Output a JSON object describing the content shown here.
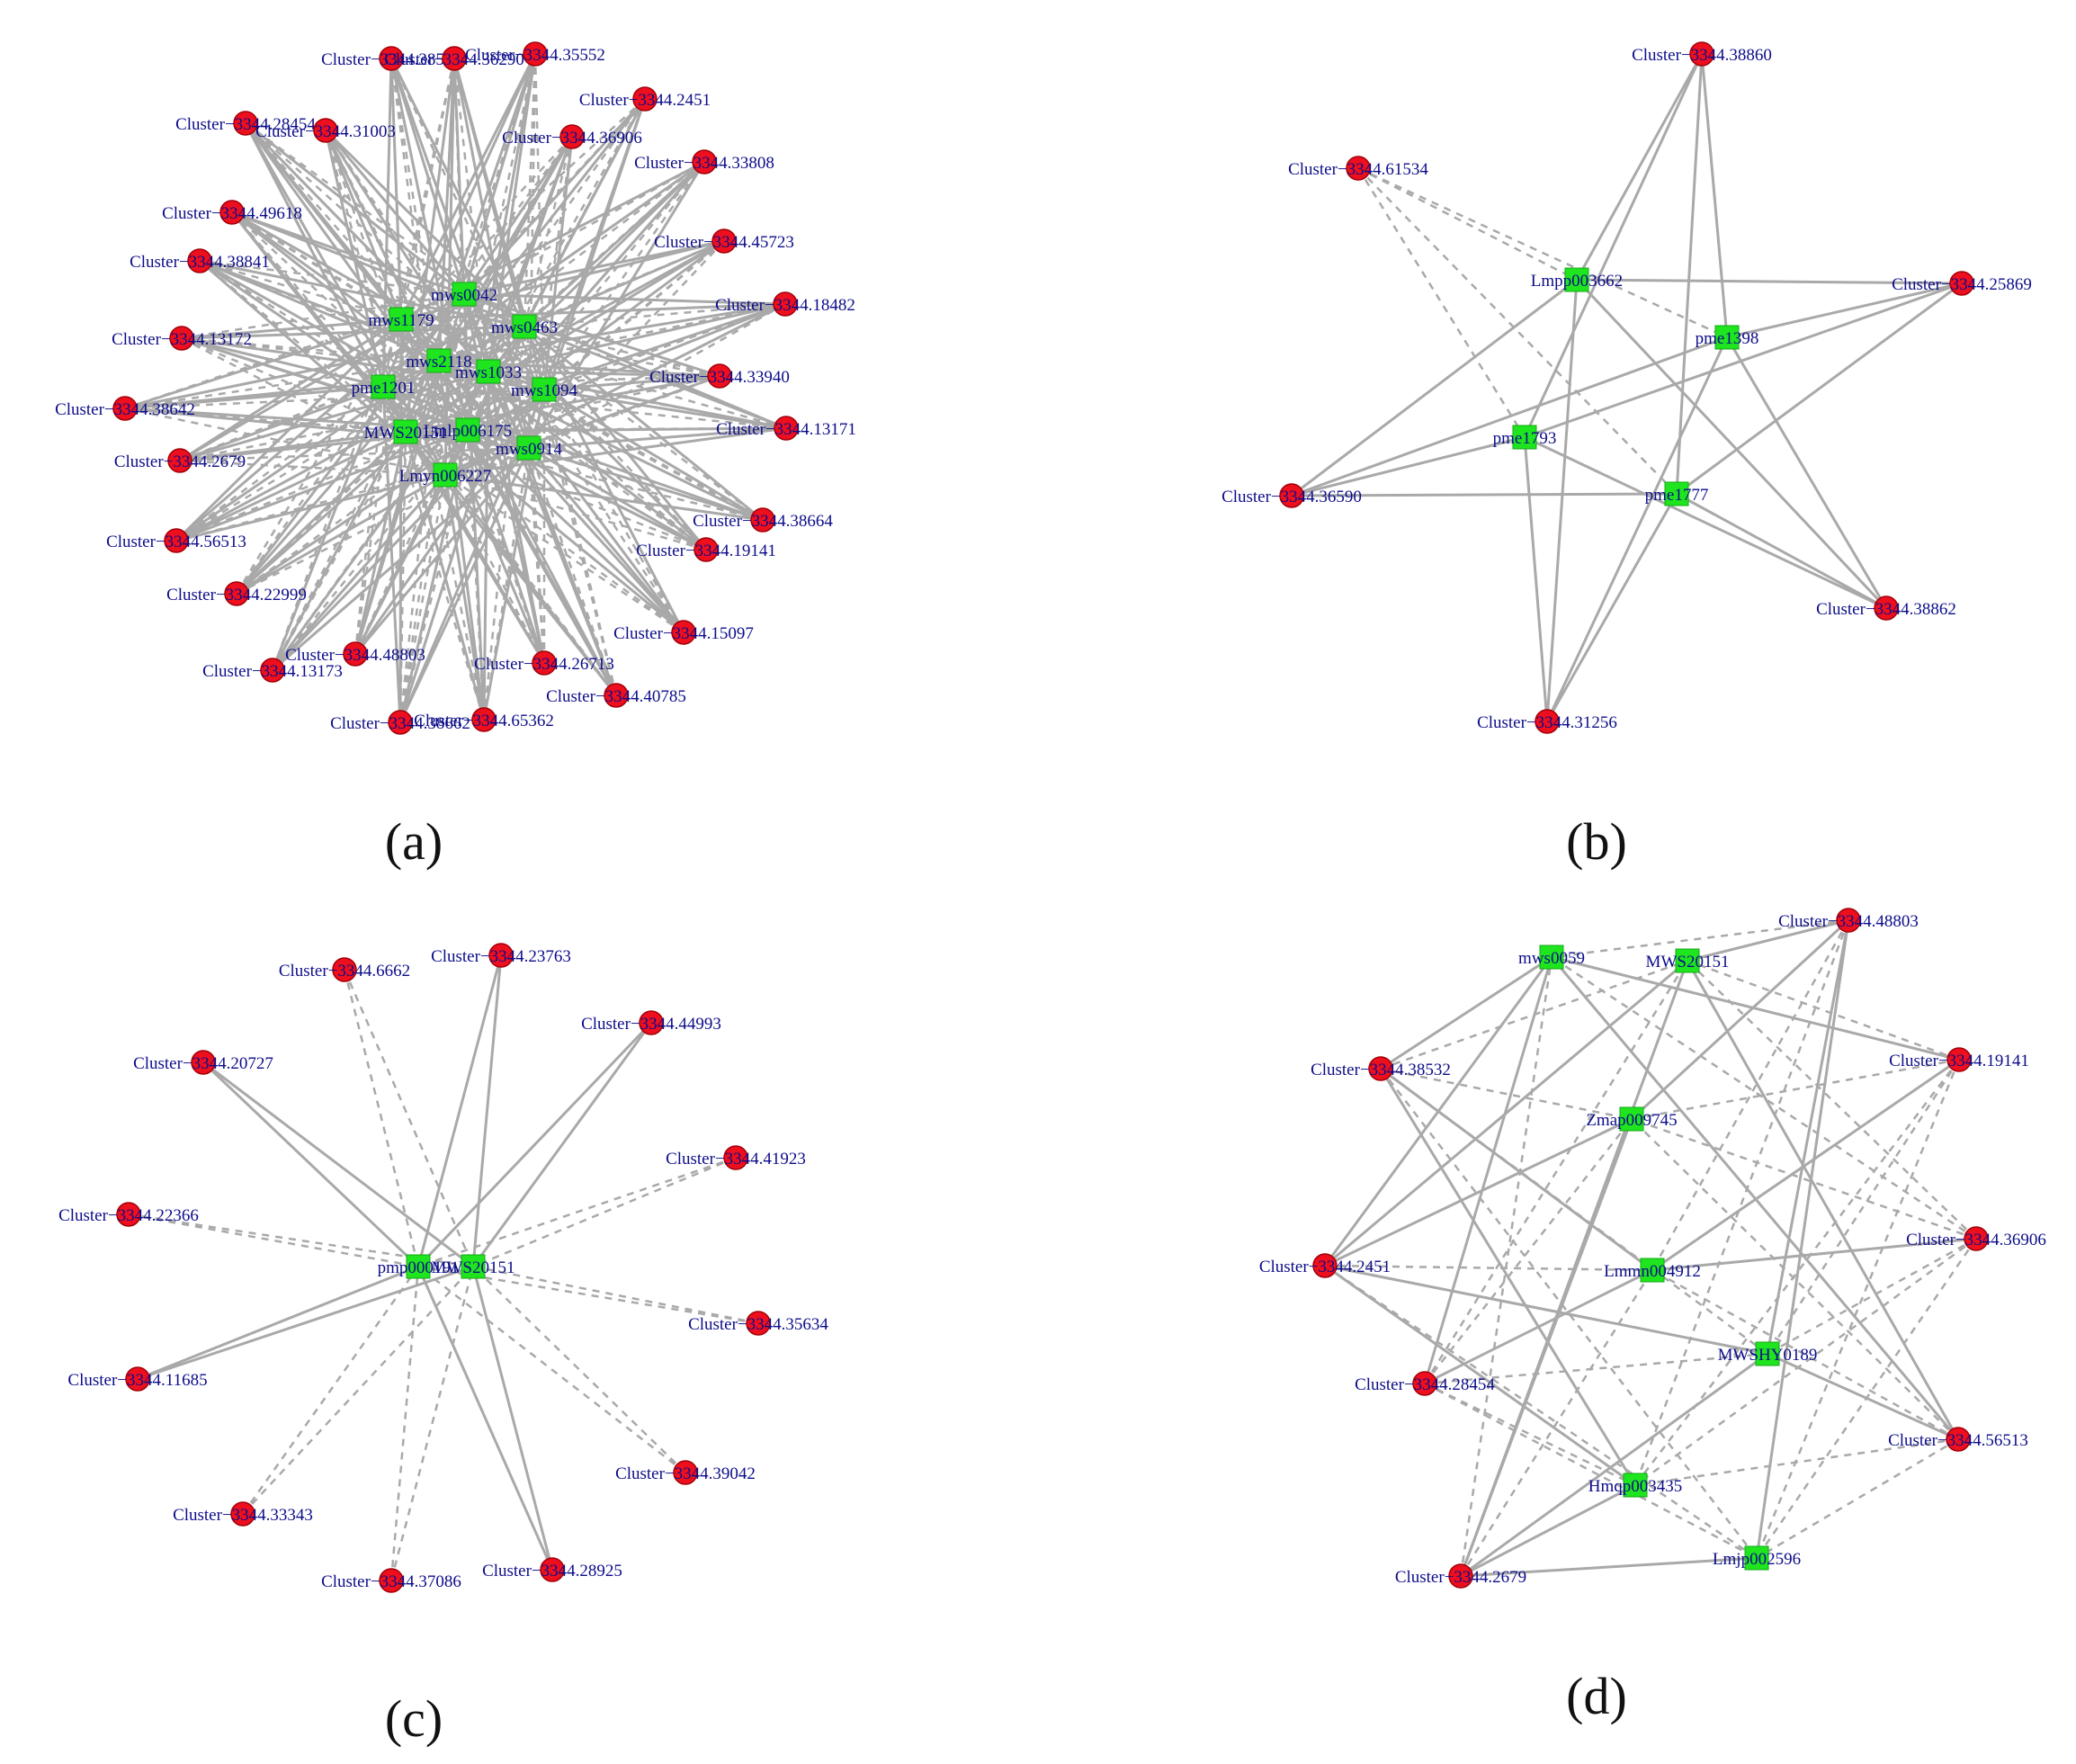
{
  "colors": {
    "mirna_node": "#ee0f1e",
    "gene_node": "#1ee51e",
    "edge": "#a9a9a9",
    "label_text": "#0c0c8a"
  },
  "panels": [
    {
      "id": "a",
      "label": "(a)",
      "nodes": [
        {
          "id": "a_c1",
          "label": "Cluster−3344.38530",
          "type": "mirna"
        },
        {
          "id": "a_c2",
          "label": "Cluster−3344.36290",
          "type": "mirna"
        },
        {
          "id": "a_c3",
          "label": "Cluster−3344.35552",
          "type": "mirna"
        },
        {
          "id": "a_c4",
          "label": "Cluster−3344.2451",
          "type": "mirna"
        },
        {
          "id": "a_c5",
          "label": "Cluster−3344.28454",
          "type": "mirna"
        },
        {
          "id": "a_c6",
          "label": "Cluster−3344.31003",
          "type": "mirna"
        },
        {
          "id": "a_c7",
          "label": "Cluster−3344.36906",
          "type": "mirna"
        },
        {
          "id": "a_c8",
          "label": "Cluster−3344.33808",
          "type": "mirna"
        },
        {
          "id": "a_c9",
          "label": "Cluster−3344.49618",
          "type": "mirna"
        },
        {
          "id": "a_c10",
          "label": "Cluster−3344.45723",
          "type": "mirna"
        },
        {
          "id": "a_c11",
          "label": "Cluster−3344.38841",
          "type": "mirna"
        },
        {
          "id": "a_c12",
          "label": "Cluster−3344.18482",
          "type": "mirna"
        },
        {
          "id": "a_c13",
          "label": "Cluster−3344.13172",
          "type": "mirna"
        },
        {
          "id": "a_c14",
          "label": "Cluster−3344.33940",
          "type": "mirna"
        },
        {
          "id": "a_c15",
          "label": "Cluster−3344.38642",
          "type": "mirna"
        },
        {
          "id": "a_c16",
          "label": "Cluster−3344.13171",
          "type": "mirna"
        },
        {
          "id": "a_c17",
          "label": "Cluster−3344.2679",
          "type": "mirna"
        },
        {
          "id": "a_c18",
          "label": "Cluster−3344.38664",
          "type": "mirna"
        },
        {
          "id": "a_c19",
          "label": "Cluster−3344.56513",
          "type": "mirna"
        },
        {
          "id": "a_c20",
          "label": "Cluster−3344.19141",
          "type": "mirna"
        },
        {
          "id": "a_c21",
          "label": "Cluster−3344.22999",
          "type": "mirna"
        },
        {
          "id": "a_c22",
          "label": "Cluster−3344.15097",
          "type": "mirna"
        },
        {
          "id": "a_c23",
          "label": "Cluster−3344.48803",
          "type": "mirna"
        },
        {
          "id": "a_c24",
          "label": "Cluster−3344.26713",
          "type": "mirna"
        },
        {
          "id": "a_c25",
          "label": "Cluster−3344.13173",
          "type": "mirna"
        },
        {
          "id": "a_c26",
          "label": "Cluster−3344.40785",
          "type": "mirna"
        },
        {
          "id": "a_c27",
          "label": "Cluster−3344.38662",
          "type": "mirna"
        },
        {
          "id": "a_c28",
          "label": "Cluster−3344.65362",
          "type": "mirna"
        },
        {
          "id": "a_g1",
          "label": "mws0042",
          "type": "gene"
        },
        {
          "id": "a_g2",
          "label": "mws1179",
          "type": "gene"
        },
        {
          "id": "a_g3",
          "label": "mws0463",
          "type": "gene"
        },
        {
          "id": "a_g4",
          "label": "mws2118",
          "type": "gene"
        },
        {
          "id": "a_g5",
          "label": "mws1033",
          "type": "gene"
        },
        {
          "id": "a_g6",
          "label": "pme1201",
          "type": "gene"
        },
        {
          "id": "a_g7",
          "label": "mws1094",
          "type": "gene"
        },
        {
          "id": "a_g8",
          "label": "MWS20151",
          "type": "gene"
        },
        {
          "id": "a_g9",
          "label": "Lmlp006175",
          "type": "gene"
        },
        {
          "id": "a_g10",
          "label": "mws0914",
          "type": "gene"
        },
        {
          "id": "a_g11",
          "label": "Lmyn006227",
          "type": "gene"
        }
      ]
    },
    {
      "id": "b",
      "label": "(b)",
      "nodes": [
        {
          "id": "b_c1",
          "label": "Cluster−3344.38860",
          "type": "mirna"
        },
        {
          "id": "b_c2",
          "label": "Cluster−3344.61534",
          "type": "mirna"
        },
        {
          "id": "b_c3",
          "label": "Cluster−3344.25869",
          "type": "mirna"
        },
        {
          "id": "b_c4",
          "label": "Cluster−3344.36590",
          "type": "mirna"
        },
        {
          "id": "b_c5",
          "label": "Cluster−3344.38862",
          "type": "mirna"
        },
        {
          "id": "b_c6",
          "label": "Cluster−3344.31256",
          "type": "mirna"
        },
        {
          "id": "b_g1",
          "label": "Lmpp003662",
          "type": "gene"
        },
        {
          "id": "b_g2",
          "label": "pme1398",
          "type": "gene"
        },
        {
          "id": "b_g3",
          "label": "pme1793",
          "type": "gene"
        },
        {
          "id": "b_g4",
          "label": "pme1777",
          "type": "gene"
        }
      ],
      "edges": [
        {
          "from": "b_c1",
          "to": "b_g1",
          "style": "solid"
        },
        {
          "from": "b_c1",
          "to": "b_g2",
          "style": "solid"
        },
        {
          "from": "b_c1",
          "to": "b_g3",
          "style": "solid"
        },
        {
          "from": "b_c1",
          "to": "b_g4",
          "style": "solid"
        },
        {
          "from": "b_c2",
          "to": "b_g1",
          "style": "dashed"
        },
        {
          "from": "b_c2",
          "to": "b_g2",
          "style": "dashed"
        },
        {
          "from": "b_c2",
          "to": "b_g3",
          "style": "dashed"
        },
        {
          "from": "b_c2",
          "to": "b_g4",
          "style": "dashed"
        },
        {
          "from": "b_c3",
          "to": "b_g1",
          "style": "solid"
        },
        {
          "from": "b_c3",
          "to": "b_g2",
          "style": "solid"
        },
        {
          "from": "b_c3",
          "to": "b_g3",
          "style": "solid"
        },
        {
          "from": "b_c3",
          "to": "b_g4",
          "style": "solid"
        },
        {
          "from": "b_c4",
          "to": "b_g1",
          "style": "solid"
        },
        {
          "from": "b_c4",
          "to": "b_g2",
          "style": "solid"
        },
        {
          "from": "b_c4",
          "to": "b_g3",
          "style": "solid"
        },
        {
          "from": "b_c4",
          "to": "b_g4",
          "style": "solid"
        },
        {
          "from": "b_c5",
          "to": "b_g1",
          "style": "solid"
        },
        {
          "from": "b_c5",
          "to": "b_g2",
          "style": "solid"
        },
        {
          "from": "b_c5",
          "to": "b_g3",
          "style": "solid"
        },
        {
          "from": "b_c5",
          "to": "b_g4",
          "style": "solid"
        },
        {
          "from": "b_c6",
          "to": "b_g1",
          "style": "solid"
        },
        {
          "from": "b_c6",
          "to": "b_g2",
          "style": "solid"
        },
        {
          "from": "b_c6",
          "to": "b_g3",
          "style": "solid"
        },
        {
          "from": "b_c6",
          "to": "b_g4",
          "style": "solid"
        }
      ]
    },
    {
      "id": "c",
      "label": "(c)",
      "nodes": [
        {
          "id": "c_c1",
          "label": "Cluster−3344.6662",
          "type": "mirna"
        },
        {
          "id": "c_c2",
          "label": "Cluster−3344.23763",
          "type": "mirna"
        },
        {
          "id": "c_c3",
          "label": "Cluster−3344.44993",
          "type": "mirna"
        },
        {
          "id": "c_c4",
          "label": "Cluster−3344.20727",
          "type": "mirna"
        },
        {
          "id": "c_c5",
          "label": "Cluster−3344.41923",
          "type": "mirna"
        },
        {
          "id": "c_c6",
          "label": "Cluster−3344.22366",
          "type": "mirna"
        },
        {
          "id": "c_c7",
          "label": "Cluster−3344.35634",
          "type": "mirna"
        },
        {
          "id": "c_c8",
          "label": "Cluster−3344.11685",
          "type": "mirna"
        },
        {
          "id": "c_c9",
          "label": "Cluster−3344.39042",
          "type": "mirna"
        },
        {
          "id": "c_c10",
          "label": "Cluster−3344.33343",
          "type": "mirna"
        },
        {
          "id": "c_c11",
          "label": "Cluster−3344.28925",
          "type": "mirna"
        },
        {
          "id": "c_c12",
          "label": "Cluster−3344.37086",
          "type": "mirna"
        },
        {
          "id": "c_g1",
          "label": "pmp000191",
          "type": "gene"
        },
        {
          "id": "c_g2",
          "label": "MWS20151",
          "type": "gene"
        }
      ],
      "edges": [
        {
          "from": "c_c1",
          "to": "c_g1",
          "style": "dashed"
        },
        {
          "from": "c_c1",
          "to": "c_g2",
          "style": "dashed"
        },
        {
          "from": "c_c2",
          "to": "c_g1",
          "style": "solid"
        },
        {
          "from": "c_c2",
          "to": "c_g2",
          "style": "solid"
        },
        {
          "from": "c_c3",
          "to": "c_g1",
          "style": "solid"
        },
        {
          "from": "c_c3",
          "to": "c_g2",
          "style": "solid"
        },
        {
          "from": "c_c4",
          "to": "c_g1",
          "style": "solid"
        },
        {
          "from": "c_c4",
          "to": "c_g2",
          "style": "solid"
        },
        {
          "from": "c_c5",
          "to": "c_g1",
          "style": "dashed"
        },
        {
          "from": "c_c5",
          "to": "c_g2",
          "style": "dashed"
        },
        {
          "from": "c_c6",
          "to": "c_g1",
          "style": "dashed"
        },
        {
          "from": "c_c6",
          "to": "c_g2",
          "style": "dashed"
        },
        {
          "from": "c_c7",
          "to": "c_g1",
          "style": "dashed"
        },
        {
          "from": "c_c7",
          "to": "c_g2",
          "style": "dashed"
        },
        {
          "from": "c_c8",
          "to": "c_g1",
          "style": "solid"
        },
        {
          "from": "c_c8",
          "to": "c_g2",
          "style": "solid"
        },
        {
          "from": "c_c9",
          "to": "c_g1",
          "style": "dashed"
        },
        {
          "from": "c_c9",
          "to": "c_g2",
          "style": "dashed"
        },
        {
          "from": "c_c10",
          "to": "c_g1",
          "style": "dashed"
        },
        {
          "from": "c_c10",
          "to": "c_g2",
          "style": "dashed"
        },
        {
          "from": "c_c11",
          "to": "c_g1",
          "style": "solid"
        },
        {
          "from": "c_c11",
          "to": "c_g2",
          "style": "solid"
        },
        {
          "from": "c_c12",
          "to": "c_g1",
          "style": "dashed"
        },
        {
          "from": "c_c12",
          "to": "c_g2",
          "style": "dashed"
        }
      ]
    },
    {
      "id": "d",
      "label": "(d)",
      "nodes": [
        {
          "id": "d_c1",
          "label": "Cluster−3344.48803",
          "type": "mirna"
        },
        {
          "id": "d_c2",
          "label": "Cluster−3344.38532",
          "type": "mirna"
        },
        {
          "id": "d_c3",
          "label": "Cluster−3344.19141",
          "type": "mirna"
        },
        {
          "id": "d_c4",
          "label": "Cluster−3344.36906",
          "type": "mirna"
        },
        {
          "id": "d_c5",
          "label": "Cluster−3344.2451",
          "type": "mirna"
        },
        {
          "id": "d_c6",
          "label": "Cluster−3344.28454",
          "type": "mirna"
        },
        {
          "id": "d_c7",
          "label": "Cluster−3344.56513",
          "type": "mirna"
        },
        {
          "id": "d_c8",
          "label": "Cluster−3344.2679",
          "type": "mirna"
        },
        {
          "id": "d_g1",
          "label": "mws0059",
          "type": "gene"
        },
        {
          "id": "d_g2",
          "label": "MWS20151",
          "type": "gene"
        },
        {
          "id": "d_g3",
          "label": "Zmap009745",
          "type": "gene"
        },
        {
          "id": "d_g4",
          "label": "Lmmn004912",
          "type": "gene"
        },
        {
          "id": "d_g5",
          "label": "MWSHY0189",
          "type": "gene"
        },
        {
          "id": "d_g6",
          "label": "Hmqp003435",
          "type": "gene"
        },
        {
          "id": "d_g7",
          "label": "Lmjp002596",
          "type": "gene"
        }
      ],
      "edges": [
        {
          "from": "d_c1",
          "to": "d_g1",
          "style": "dashed"
        },
        {
          "from": "d_c1",
          "to": "d_g2",
          "style": "solid"
        },
        {
          "from": "d_c1",
          "to": "d_g3",
          "style": "solid"
        },
        {
          "from": "d_c1",
          "to": "d_g4",
          "style": "dashed"
        },
        {
          "from": "d_c1",
          "to": "d_g5",
          "style": "solid"
        },
        {
          "from": "d_c1",
          "to": "d_g6",
          "style": "dashed"
        },
        {
          "from": "d_c1",
          "to": "d_g7",
          "style": "solid"
        },
        {
          "from": "d_c2",
          "to": "d_g1",
          "style": "solid"
        },
        {
          "from": "d_c2",
          "to": "d_g2",
          "style": "dashed"
        },
        {
          "from": "d_c2",
          "to": "d_g3",
          "style": "dashed"
        },
        {
          "from": "d_c2",
          "to": "d_g4",
          "style": "solid"
        },
        {
          "from": "d_c2",
          "to": "d_g5",
          "style": "dashed"
        },
        {
          "from": "d_c2",
          "to": "d_g6",
          "style": "solid"
        },
        {
          "from": "d_c2",
          "to": "d_g7",
          "style": "dashed"
        },
        {
          "from": "d_c3",
          "to": "d_g1",
          "style": "solid"
        },
        {
          "from": "d_c3",
          "to": "d_g2",
          "style": "dashed"
        },
        {
          "from": "d_c3",
          "to": "d_g3",
          "style": "dashed"
        },
        {
          "from": "d_c3",
          "to": "d_g4",
          "style": "solid"
        },
        {
          "from": "d_c3",
          "to": "d_g5",
          "style": "dashed"
        },
        {
          "from": "d_c3",
          "to": "d_g6",
          "style": "dashed"
        },
        {
          "from": "d_c3",
          "to": "d_g7",
          "style": "dashed"
        },
        {
          "from": "d_c4",
          "to": "d_g1",
          "style": "dashed"
        },
        {
          "from": "d_c4",
          "to": "d_g2",
          "style": "dashed"
        },
        {
          "from": "d_c4",
          "to": "d_g3",
          "style": "dashed"
        },
        {
          "from": "d_c4",
          "to": "d_g4",
          "style": "solid"
        },
        {
          "from": "d_c4",
          "to": "d_g5",
          "style": "dashed"
        },
        {
          "from": "d_c4",
          "to": "d_g6",
          "style": "dashed"
        },
        {
          "from": "d_c4",
          "to": "d_g7",
          "style": "dashed"
        },
        {
          "from": "d_c5",
          "to": "d_g1",
          "style": "solid"
        },
        {
          "from": "d_c5",
          "to": "d_g2",
          "style": "solid"
        },
        {
          "from": "d_c5",
          "to": "d_g3",
          "style": "solid"
        },
        {
          "from": "d_c5",
          "to": "d_g4",
          "style": "dashed"
        },
        {
          "from": "d_c5",
          "to": "d_g5",
          "style": "solid"
        },
        {
          "from": "d_c5",
          "to": "d_g6",
          "style": "solid"
        },
        {
          "from": "d_c5",
          "to": "d_g7",
          "style": "dashed"
        },
        {
          "from": "d_c6",
          "to": "d_g1",
          "style": "solid"
        },
        {
          "from": "d_c6",
          "to": "d_g2",
          "style": "dashed"
        },
        {
          "from": "d_c6",
          "to": "d_g3",
          "style": "dashed"
        },
        {
          "from": "d_c6",
          "to": "d_g4",
          "style": "solid"
        },
        {
          "from": "d_c6",
          "to": "d_g5",
          "style": "dashed"
        },
        {
          "from": "d_c6",
          "to": "d_g6",
          "style": "dashed"
        },
        {
          "from": "d_c6",
          "to": "d_g7",
          "style": "dashed"
        },
        {
          "from": "d_c7",
          "to": "d_g1",
          "style": "solid"
        },
        {
          "from": "d_c7",
          "to": "d_g2",
          "style": "solid"
        },
        {
          "from": "d_c7",
          "to": "d_g3",
          "style": "dashed"
        },
        {
          "from": "d_c7",
          "to": "d_g4",
          "style": "dashed"
        },
        {
          "from": "d_c7",
          "to": "d_g5",
          "style": "solid"
        },
        {
          "from": "d_c7",
          "to": "d_g6",
          "style": "dashed"
        },
        {
          "from": "d_c7",
          "to": "d_g7",
          "style": "dashed"
        },
        {
          "from": "d_c8",
          "to": "d_g1",
          "style": "dashed"
        },
        {
          "from": "d_c8",
          "to": "d_g2",
          "style": "solid"
        },
        {
          "from": "d_c8",
          "to": "d_g3",
          "style": "solid"
        },
        {
          "from": "d_c8",
          "to": "d_g4",
          "style": "dashed"
        },
        {
          "from": "d_c8",
          "to": "d_g5",
          "style": "solid"
        },
        {
          "from": "d_c8",
          "to": "d_g6",
          "style": "solid"
        },
        {
          "from": "d_c8",
          "to": "d_g7",
          "style": "solid"
        }
      ]
    }
  ]
}
